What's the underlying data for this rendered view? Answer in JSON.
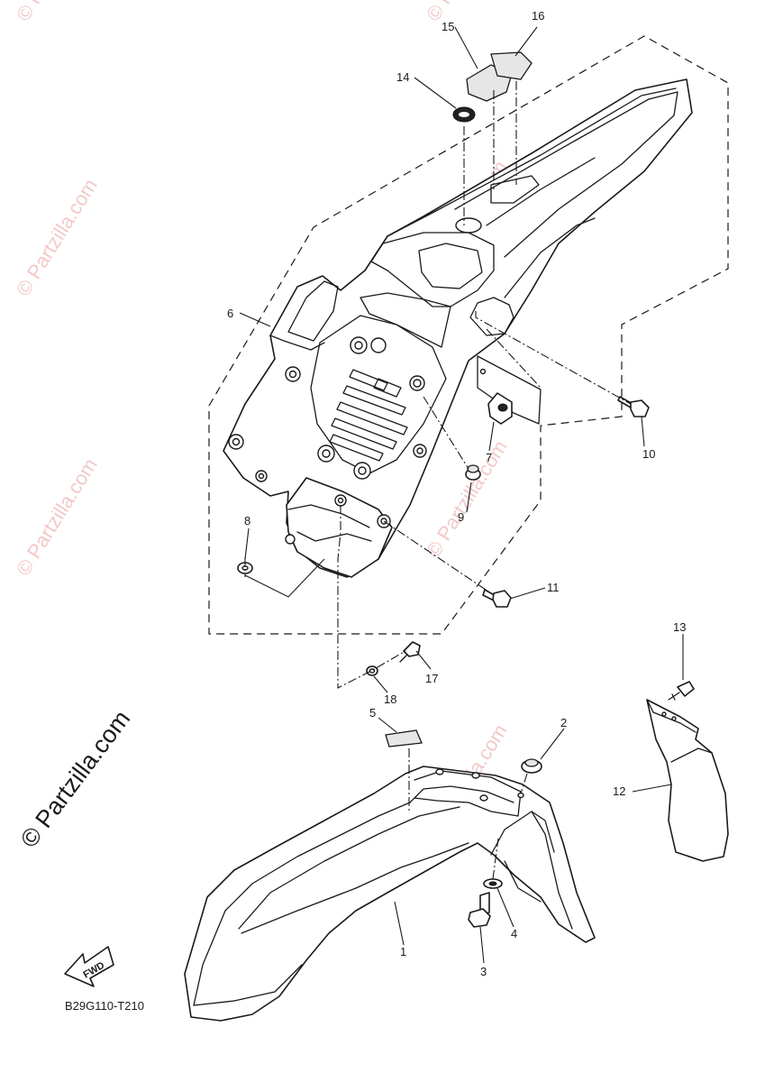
{
  "diagram": {
    "code": "B29G110-T210",
    "copyright": "© Partzilla.com",
    "watermark": "© Partzilla.com",
    "direction_badge": "FWD",
    "callouts": {
      "c1": "1",
      "c2": "2",
      "c3": "3",
      "c4": "4",
      "c5": "5",
      "c6": "6",
      "c7": "7",
      "c8": "8",
      "c9": "9",
      "c10": "10",
      "c11": "11",
      "c12": "12",
      "c13": "13",
      "c14": "14",
      "c15": "15",
      "c16": "16",
      "c17": "17",
      "c18": "18"
    }
  },
  "colors": {
    "line": "#1a1a1a",
    "background": "#ffffff",
    "watermark": "#f2c9c9"
  }
}
